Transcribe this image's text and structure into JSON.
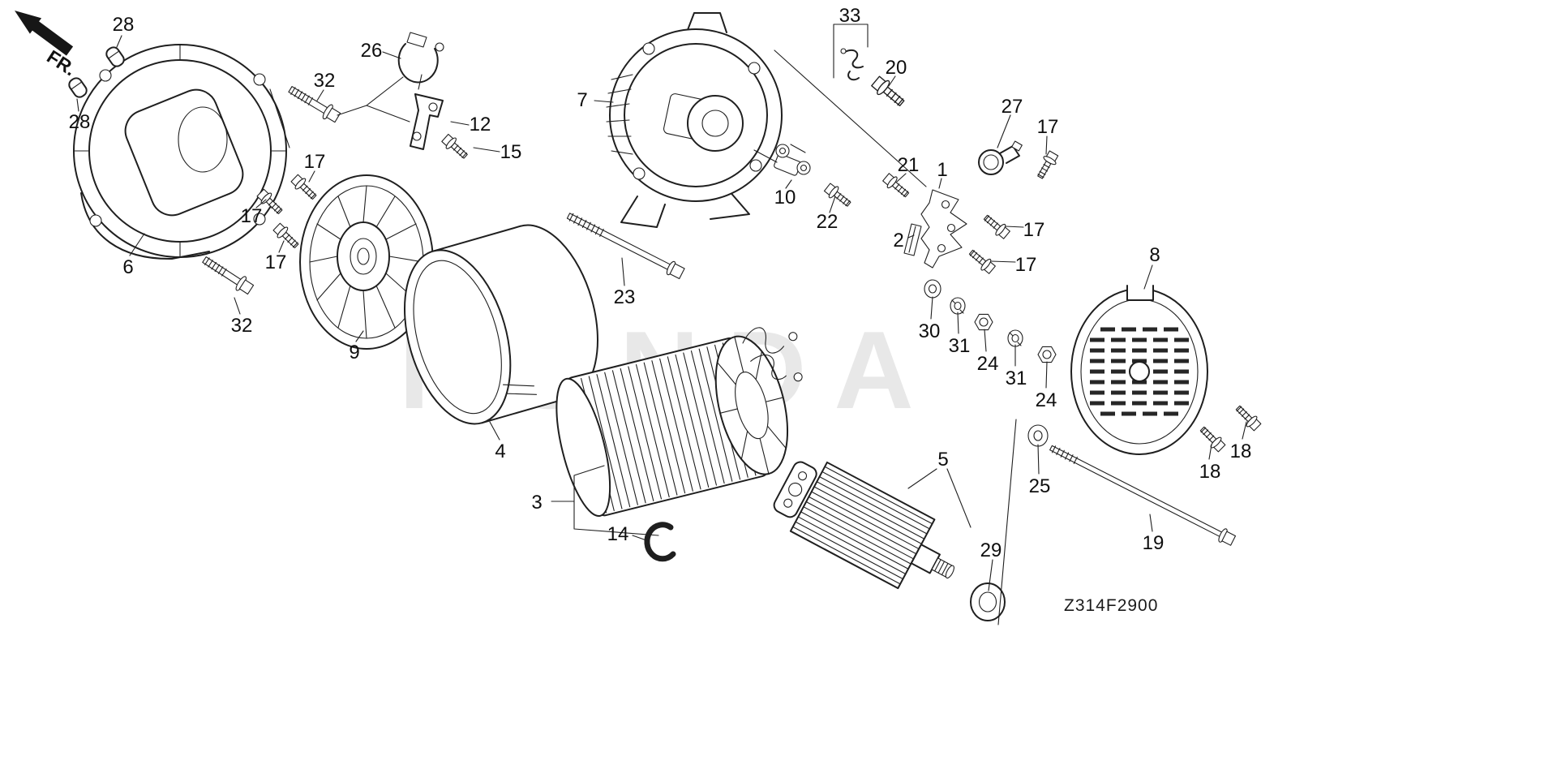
{
  "meta": {
    "diagram_code": "Z314F2900",
    "direction_label": "FR.",
    "watermark_text": "HONDA"
  },
  "colors": {
    "background": "#ffffff",
    "line": "#1f1f1f",
    "label_text": "#0e0e0e",
    "watermark": "#6e6e6e"
  },
  "icons": {
    "direction_arrow": "arrow-up-left-icon"
  },
  "callouts": [
    {
      "text": "28"
    },
    {
      "text": "28"
    },
    {
      "text": "32"
    },
    {
      "text": "26"
    },
    {
      "text": "12"
    },
    {
      "text": "15"
    },
    {
      "text": "17"
    },
    {
      "text": "17"
    },
    {
      "text": "17"
    },
    {
      "text": "6"
    },
    {
      "text": "32"
    },
    {
      "text": "9"
    },
    {
      "text": "4"
    },
    {
      "text": "3"
    },
    {
      "text": "14"
    },
    {
      "text": "7"
    },
    {
      "text": "23"
    },
    {
      "text": "10"
    },
    {
      "text": "22"
    },
    {
      "text": "33"
    },
    {
      "text": "20"
    },
    {
      "text": "21"
    },
    {
      "text": "1"
    },
    {
      "text": "2"
    },
    {
      "text": "27"
    },
    {
      "text": "17"
    },
    {
      "text": "17"
    },
    {
      "text": "17"
    },
    {
      "text": "30"
    },
    {
      "text": "31"
    },
    {
      "text": "24"
    },
    {
      "text": "31"
    },
    {
      "text": "24"
    },
    {
      "text": "8"
    },
    {
      "text": "18"
    },
    {
      "text": "18"
    },
    {
      "text": "25"
    },
    {
      "text": "5"
    },
    {
      "text": "29"
    },
    {
      "text": "19"
    }
  ]
}
